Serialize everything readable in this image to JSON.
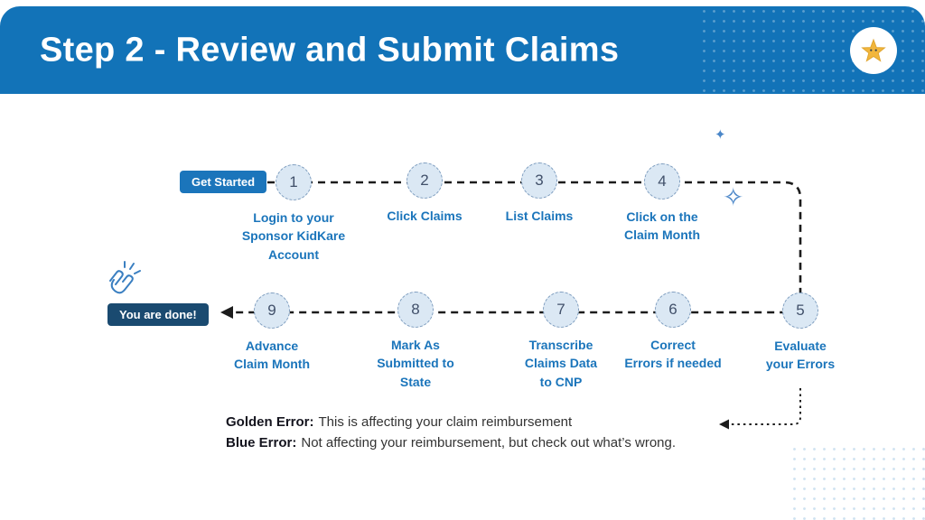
{
  "header": {
    "title": "Step 2 - Review and Submit Claims"
  },
  "flow": {
    "start_label": "Get Started",
    "end_label": "You are done!",
    "steps": [
      {
        "number": "1",
        "label": "Login to your\nSponsor KidKare\nAccount"
      },
      {
        "number": "2",
        "label": "Click Claims"
      },
      {
        "number": "3",
        "label": "List Claims"
      },
      {
        "number": "4",
        "label": "Click on the\nClaim Month"
      },
      {
        "number": "5",
        "label": "Evaluate\nyour Errors"
      },
      {
        "number": "6",
        "label": "Correct\nErrors if needed"
      },
      {
        "number": "7",
        "label": "Transcribe\nClaims Data\nto CNP"
      },
      {
        "number": "8",
        "label": "Mark As\nSubmitted to\nState"
      },
      {
        "number": "9",
        "label": "Advance\nClaim Month"
      }
    ]
  },
  "legend": {
    "golden": {
      "term": "Golden Error:",
      "text": "This is affecting your claim reimbursement"
    },
    "blue": {
      "term": "Blue Error:",
      "text": "Not affecting your reimbursement, but check out what’s wrong."
    }
  },
  "decor": {
    "sparkle_small": "✦",
    "sparkle_large": "✧"
  },
  "colors": {
    "header_bg": "#1273b8",
    "step_label_blue": "#1b75bb",
    "start_pill_bg": "#1b75bb",
    "done_pill_bg": "#1a4a70",
    "circle_fill": "#dbe8f4",
    "connector": "#1c1c1c"
  }
}
